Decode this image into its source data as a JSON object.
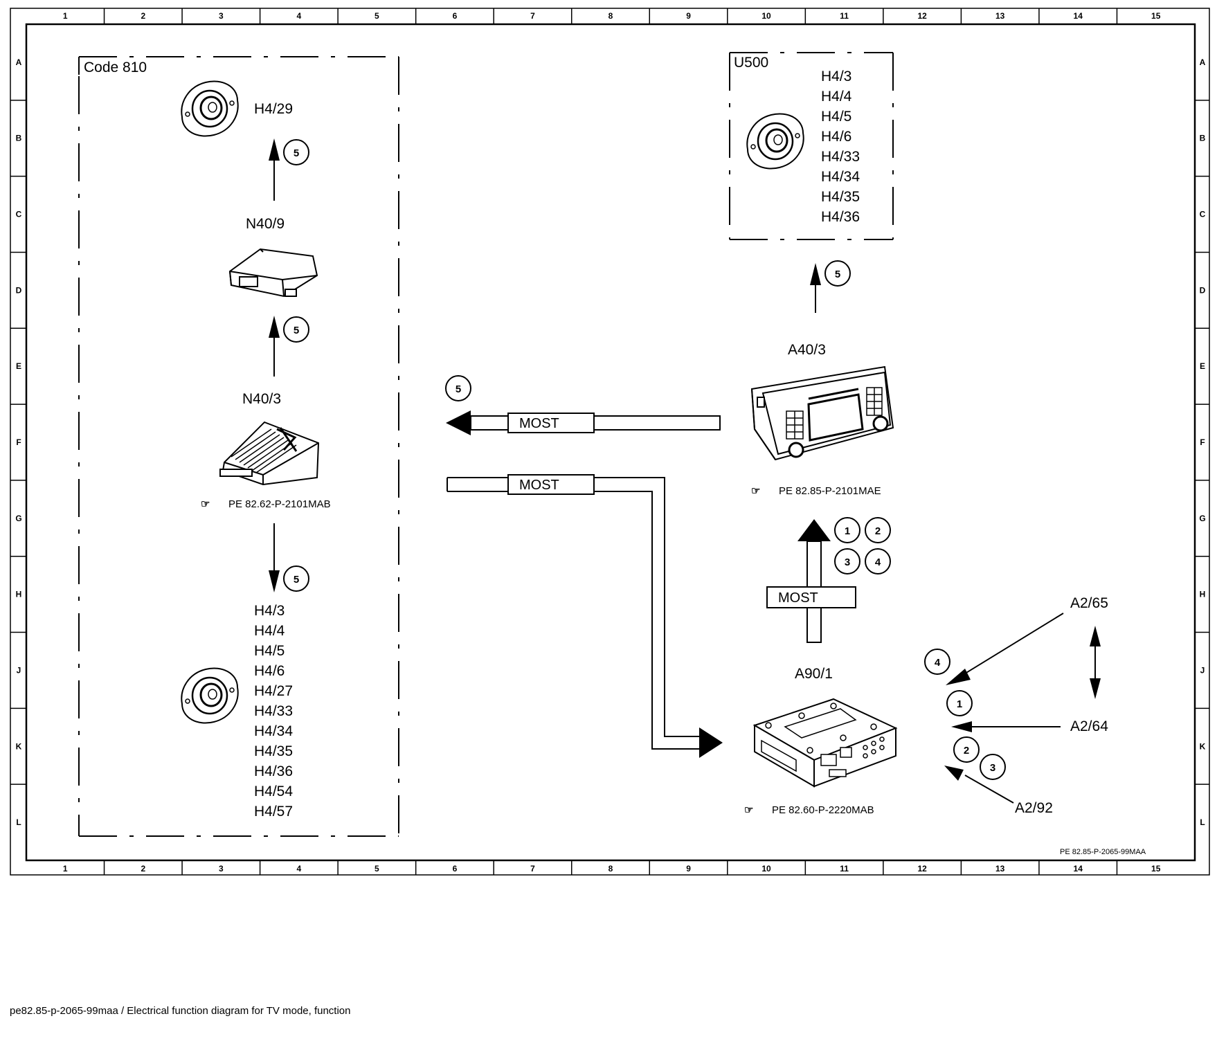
{
  "grid": {
    "columns": [
      "1",
      "2",
      "3",
      "4",
      "5",
      "6",
      "7",
      "8",
      "9",
      "10",
      "11",
      "12",
      "13",
      "14",
      "15"
    ],
    "rows": [
      "A",
      "B",
      "C",
      "D",
      "E",
      "F",
      "G",
      "H",
      "J",
      "K",
      "L"
    ]
  },
  "groups": {
    "code810": "Code 810",
    "u500": "U500"
  },
  "components": {
    "h4_29": "H4/29",
    "n40_9": "N40/9",
    "n40_3": "N40/3",
    "a40_3": "A40/3",
    "a90_1": "A90/1",
    "a2_65": "A2/65",
    "a2_64": "A2/64",
    "a2_92": "A2/92"
  },
  "speaker_lists": {
    "u500": [
      "H4/3",
      "H4/4",
      "H4/5",
      "H4/6",
      "H4/33",
      "H4/34",
      "H4/35",
      "H4/36"
    ],
    "code810_bottom": [
      "H4/3",
      "H4/4",
      "H4/5",
      "H4/6",
      "H4/27",
      "H4/33",
      "H4/34",
      "H4/35",
      "H4/36",
      "H4/54",
      "H4/57"
    ]
  },
  "references": {
    "n40_3": "PE 82.62-P-2101MAB",
    "a40_3": "PE 82.85-P-2101MAE",
    "a90_1": "PE 82.60-P-2220MAB",
    "sheet_id": "PE 82.85-P-2065-99MAA"
  },
  "bus": {
    "most": "MOST"
  },
  "step_numbers": {
    "one": "1",
    "two": "2",
    "three": "3",
    "four": "4",
    "five": "5"
  },
  "caption": "pe82.85-p-2065-99maa / Electrical function diagram for TV mode, function"
}
